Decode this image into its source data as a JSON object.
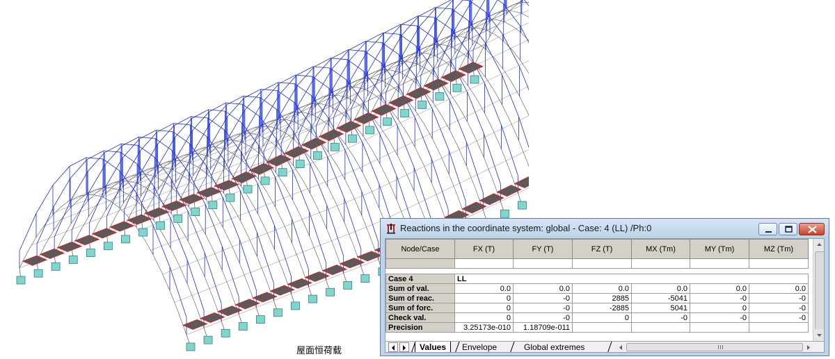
{
  "caption": "屋面恒荷载",
  "window": {
    "title": "Reactions in the coordinate system: global - Case: 4 (LL) /Ph:0"
  },
  "table": {
    "headers": [
      "Node/Case",
      "FX (T)",
      "FY (T)",
      "FZ (T)",
      "MX (Tm)",
      "MY (Tm)",
      "MZ (Tm)"
    ],
    "case_label": "Case 4",
    "case_value": "LL",
    "rows": [
      {
        "label": "Sum of val.",
        "values": [
          "0.0",
          "0.0",
          "0.0",
          "0.0",
          "0.0",
          "0.0"
        ]
      },
      {
        "label": "Sum of reac.",
        "values": [
          "0",
          "-0",
          "2885",
          "-5041",
          "-0",
          "-0"
        ]
      },
      {
        "label": "Sum of forc.",
        "values": [
          "0",
          "-0",
          "-2885",
          "5041",
          "0",
          "-0"
        ]
      },
      {
        "label": "Check val.",
        "values": [
          "0",
          "-0",
          "0",
          "-0",
          "-0",
          "-0"
        ]
      },
      {
        "label": "Precision",
        "values": [
          "3.25173e-010",
          "1.18709e-011",
          "",
          "",
          "",
          ""
        ]
      }
    ]
  },
  "tabs": [
    "Values",
    "Envelope",
    "Global extremes"
  ],
  "colors": {
    "load_lines": "#1a2ee0",
    "frame_members": "#d62020",
    "supports": "#7fd6cf",
    "mesh": "#555555"
  }
}
